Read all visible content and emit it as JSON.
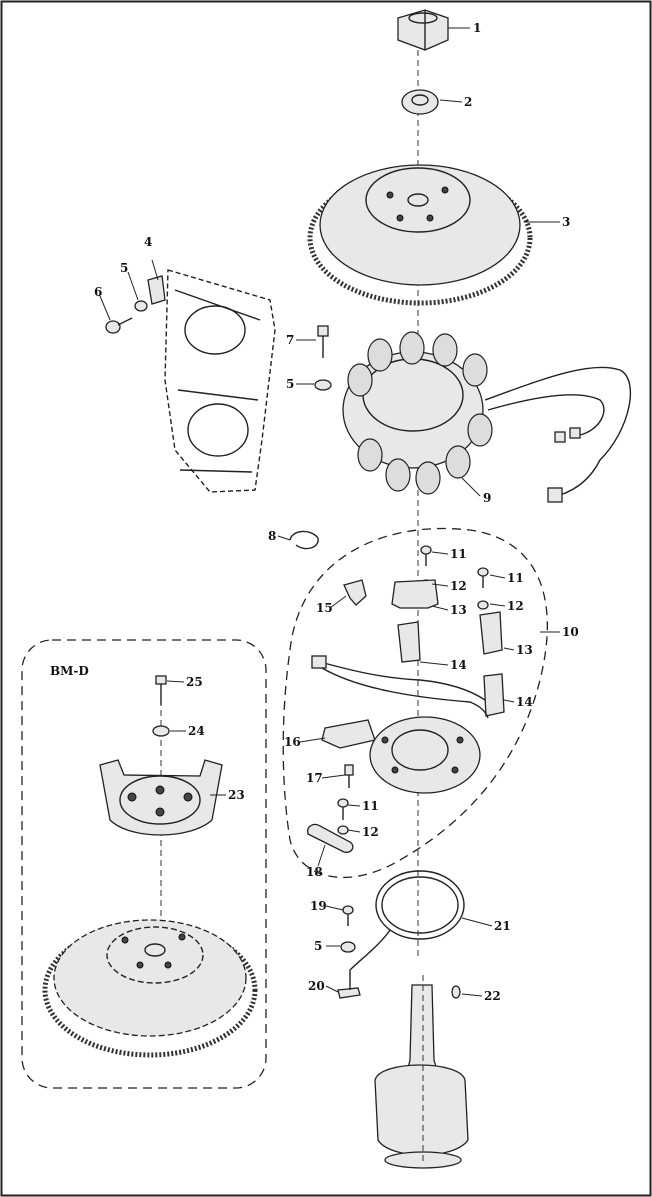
{
  "diagram": {
    "inset_label": "BM-D",
    "callouts": [
      "1",
      "2",
      "3",
      "4",
      "5",
      "6",
      "7",
      "5",
      "9",
      "8",
      "11",
      "12",
      "11",
      "15",
      "13",
      "12",
      "10",
      "13",
      "14",
      "14",
      "16",
      "17",
      "11",
      "12",
      "18",
      "19",
      "21",
      "5",
      "20",
      "22",
      "25",
      "24",
      "23"
    ]
  }
}
